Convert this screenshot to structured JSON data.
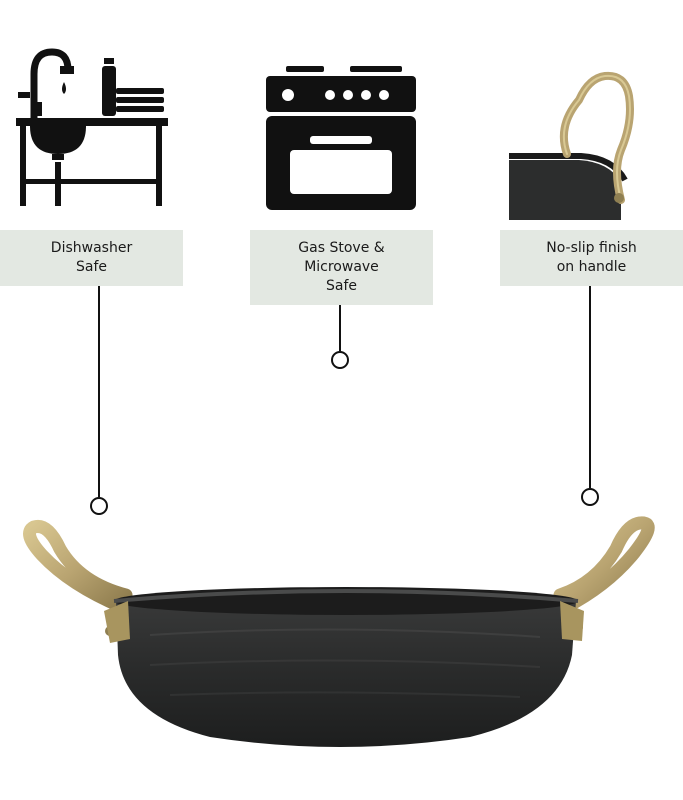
{
  "features": [
    {
      "icon": "sink-dishes-icon",
      "lines": [
        "Dishwasher",
        "Safe"
      ]
    },
    {
      "icon": "gas-stove-oven-icon",
      "lines": [
        "Gas Stove &",
        "Microwave",
        "Safe"
      ]
    },
    {
      "icon": "pan-handle-closeup-icon",
      "lines": [
        "No-slip finish",
        "on handle"
      ]
    }
  ],
  "colors": {
    "label_bg": "#e3e8e2",
    "line": "#111111",
    "pan_body": "#2a2b2b",
    "handle_brass": "#b9a471"
  }
}
